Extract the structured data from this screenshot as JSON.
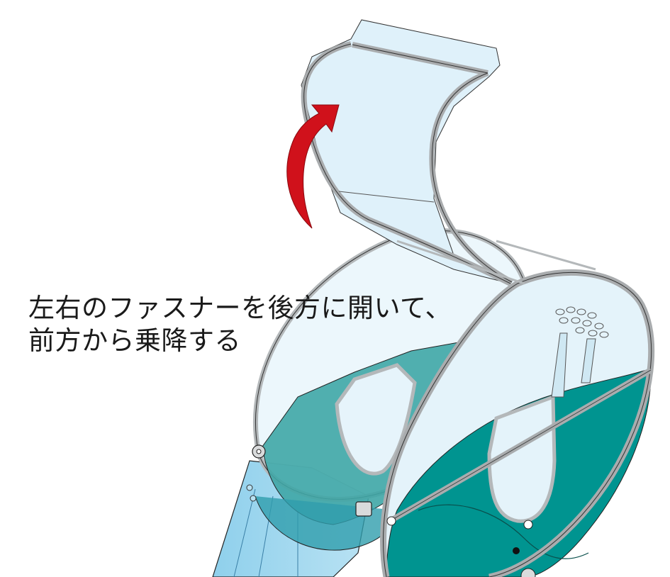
{
  "caption": {
    "line1": "左右のファスナーを後方に開いて、",
    "line2": "前方から乗降する"
  },
  "colors": {
    "canopy_fill": "#dff1fa",
    "canopy_edge": "#a9acae",
    "seat_teal": "#1f9a95",
    "seat_teal_light": "#4ab0b4",
    "arrow_red": "#d0111b",
    "outline": "#222222"
  },
  "icons": {
    "arrow": "curved-up-arrow"
  }
}
